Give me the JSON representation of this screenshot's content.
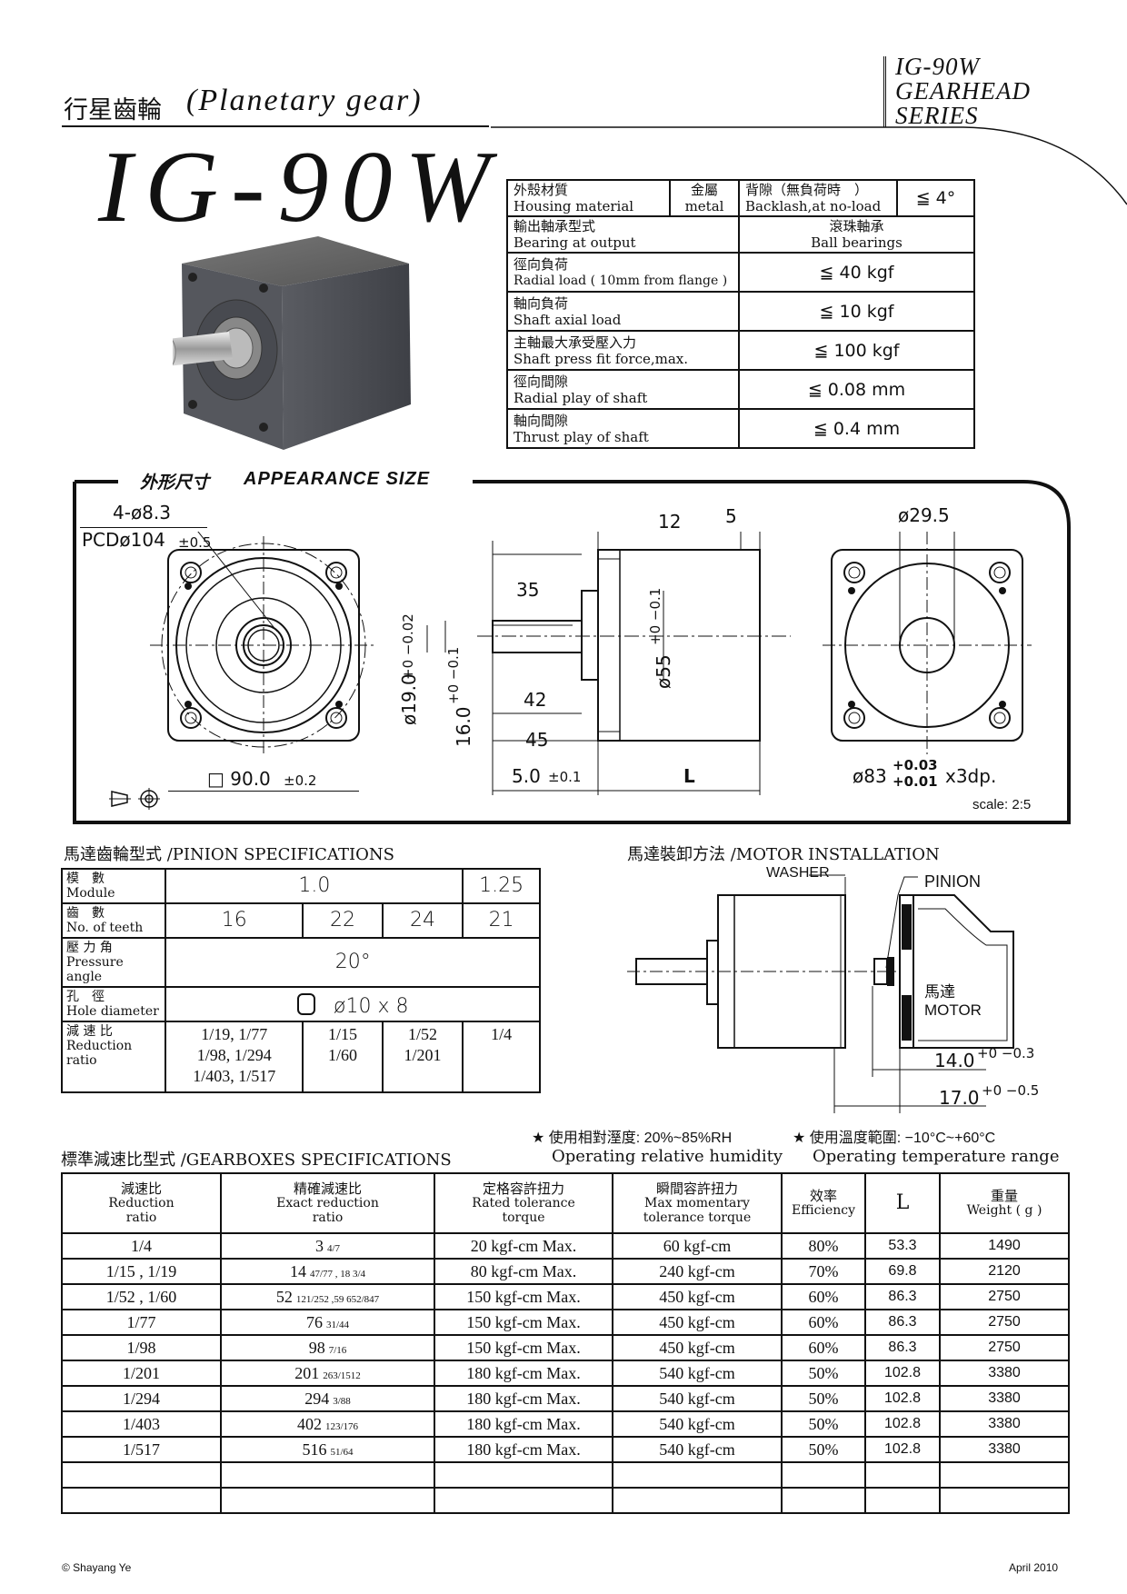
{
  "header": {
    "title_cn": "行星齒輪",
    "title_en": "(Planetary gear)",
    "model": "IG-90W",
    "series_lines": [
      "IG-90W",
      "GEARHEAD",
      "SERIES"
    ]
  },
  "specs": {
    "housing": {
      "cn": "外殼材質",
      "en": "Housing material",
      "val_cn": "金屬",
      "val_en": "metal"
    },
    "backlash": {
      "cn": "背隙（無負荷時　）",
      "en": "Backlash,at no-load",
      "val": "≦ 4°"
    },
    "rows": [
      {
        "cn": "輸出軸承型式",
        "en": "Bearing at output",
        "val_cn": "滾珠軸承",
        "val_en": "Ball bearings"
      },
      {
        "cn": "徑向負荷",
        "en": "Radial load ( 10mm from flange )",
        "val": "≦ 40  kgf"
      },
      {
        "cn": "軸向負荷",
        "en": "Shaft axial load",
        "val": "≦ 10  kgf"
      },
      {
        "cn": "主軸最大承受壓入力",
        "en": "Shaft press fit force,max.",
        "val": "≦ 100  kgf"
      },
      {
        "cn": "徑向間隙",
        "en": "Radial play of shaft",
        "val": "≦ 0.08  mm"
      },
      {
        "cn": "軸向間隙",
        "en": "Thrust play of shaft",
        "val": "≦ 0.4  mm"
      }
    ]
  },
  "appearance": {
    "title_cn": "外形尺寸",
    "title_en": "APPEARANCE SIZE",
    "scale": "scale:  2:5",
    "front": {
      "holes": "4-ø8.3",
      "pcd": "PCDø104",
      "pcd_tol": "±0.5",
      "square": "□ 90.0",
      "square_tol": "±0.2"
    },
    "side": {
      "d12": "12",
      "d5": "5",
      "d35": "35",
      "d42": "42",
      "d45": "45",
      "d50": "5.0",
      "d50_tol": "±0.1",
      "L": "L",
      "shaft_dia": "ø19.0",
      "shaft_tol": "+0 −0.02",
      "d16": "16.0",
      "d16_tol": "+0 −0.1",
      "pilot": "ø55",
      "pilot_tol": "+0 −0.1"
    },
    "back": {
      "bore": "ø29.5",
      "pcd": "ø83",
      "tol_up": "+0.03",
      "tol_dn": "+0.01",
      "depth": "x3dp."
    }
  },
  "pinion": {
    "title": "馬達齒輪型式 /PINION SPECIFICATIONS",
    "module": {
      "cn": "模　數",
      "en": "Module",
      "v1": "1.0",
      "v2": "1.25"
    },
    "teeth": {
      "cn": "齒　數",
      "en": "No. of teeth",
      "vals": [
        "16",
        "22",
        "24",
        "21"
      ]
    },
    "pressure": {
      "cn": "壓 力 角",
      "en": "Pressure angle",
      "val": "20°"
    },
    "hole": {
      "cn": "孔　徑",
      "en": "Hole diameter",
      "val": "ø10  x  8"
    },
    "ratio": {
      "cn": "減 速 比",
      "en": "Reduction ratio",
      "c1": [
        "1/19,   1/77",
        "1/98, 1/294",
        "1/403,  1/517"
      ],
      "c2": [
        "1/15",
        "1/60"
      ],
      "c3": [
        "1/52",
        "1/201"
      ],
      "c4": [
        "1/4"
      ]
    }
  },
  "install": {
    "title": "馬達裝卸方法 /MOTOR INSTALLATION",
    "washer": "WASHER",
    "pinion": "PINION",
    "motor_cn": "馬達",
    "motor_en": "MOTOR",
    "d14": "14.0",
    "d14_tol": "+0 −0.3",
    "d17": "17.0",
    "d17_tol": "+0 −0.5"
  },
  "env": {
    "humidity_cn": "★ 使用相對溼度: 20%~85%RH",
    "humidity_en": "Operating relative humidity",
    "temp_cn": "★ 使用溫度範圍: −10°C~+60°C",
    "temp_en": "Operating temperature range"
  },
  "gearbox": {
    "title": "標準減速比型式 /GEARBOXES SPECIFICATIONS",
    "headers": [
      {
        "cn": "減速比",
        "en": "Reduction ratio"
      },
      {
        "cn": "精確減速比",
        "en": "Exact reduction ratio"
      },
      {
        "cn": "定格容許扭力",
        "en": "Rated tolerance torque"
      },
      {
        "cn": "瞬間容許扭力",
        "en": "Max momentary tolerance torque"
      },
      {
        "cn": "效率",
        "en": "Efficiency"
      },
      {
        "cn": "",
        "en": "L"
      },
      {
        "cn": "重量",
        "en": "Weight ( g )"
      }
    ],
    "rows": [
      {
        "ratio": "1/4",
        "exact_int": "3",
        "exact_frac": "4/7",
        "rated": "20  kgf-cm  Max.",
        "max": "60  kgf-cm",
        "eff": "80%",
        "L": "53.3",
        "weight": "1490"
      },
      {
        "ratio": "1/15 , 1/19",
        "exact_int": "14",
        "exact_frac": "47/77 ,  18 3/4",
        "rated": "80  kgf-cm  Max.",
        "max": "240  kgf-cm",
        "eff": "70%",
        "L": "69.8",
        "weight": "2120"
      },
      {
        "ratio": "1/52 , 1/60",
        "exact_int": "52",
        "exact_frac": "121/252 ,59 652/847",
        "rated": "150  kgf-cm  Max.",
        "max": "450  kgf-cm",
        "eff": "60%",
        "L": "86.3",
        "weight": "2750"
      },
      {
        "ratio": "1/77",
        "exact_int": "76",
        "exact_frac": "31/44",
        "rated": "150  kgf-cm  Max.",
        "max": "450  kgf-cm",
        "eff": "60%",
        "L": "86.3",
        "weight": "2750"
      },
      {
        "ratio": "1/98",
        "exact_int": "98",
        "exact_frac": "7/16",
        "rated": "150  kgf-cm  Max.",
        "max": "450  kgf-cm",
        "eff": "60%",
        "L": "86.3",
        "weight": "2750"
      },
      {
        "ratio": "1/201",
        "exact_int": "201",
        "exact_frac": "263/1512",
        "rated": "180  kgf-cm  Max.",
        "max": "540  kgf-cm",
        "eff": "50%",
        "L": "102.8",
        "weight": "3380"
      },
      {
        "ratio": "1/294",
        "exact_int": "294",
        "exact_frac": "3/88",
        "rated": "180  kgf-cm  Max.",
        "max": "540  kgf-cm",
        "eff": "50%",
        "L": "102.8",
        "weight": "3380"
      },
      {
        "ratio": "1/403",
        "exact_int": "402",
        "exact_frac": "123/176",
        "rated": "180  kgf-cm  Max.",
        "max": "540  kgf-cm",
        "eff": "50%",
        "L": "102.8",
        "weight": "3380"
      },
      {
        "ratio": "1/517",
        "exact_int": "516",
        "exact_frac": "51/64",
        "rated": "180  kgf-cm  Max.",
        "max": "540  kgf-cm",
        "eff": "50%",
        "L": "102.8",
        "weight": "3380"
      }
    ]
  },
  "footer": {
    "left": "© Shayang  Ye",
    "right": "April  2010"
  }
}
